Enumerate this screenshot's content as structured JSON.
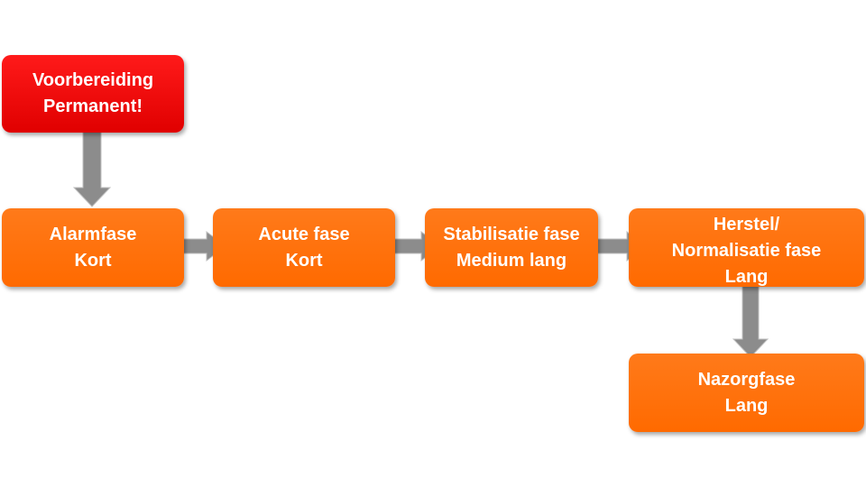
{
  "colors": {
    "prep": "#ff0000",
    "phase": "#ff6a00",
    "arrow": "#8c8c8c",
    "text": "#ffffff"
  },
  "nodes": {
    "prep": {
      "line1": "Voorbereiding",
      "line2": "Permanent!"
    },
    "alarm": {
      "line1": "Alarmfase",
      "line2": "Kort"
    },
    "acute": {
      "line1": "Acute fase",
      "line2": "Kort"
    },
    "stabilisation": {
      "line1": "Stabilisatie fase",
      "line2": "Medium lang"
    },
    "recovery": {
      "line1": "Herstel/",
      "line2": "Normalisatie fase",
      "line3": "Lang"
    },
    "aftercare": {
      "line1": "Nazorgfase",
      "line2": "Lang"
    }
  },
  "edges": [
    {
      "from": "prep",
      "to": "alarm"
    },
    {
      "from": "alarm",
      "to": "acute"
    },
    {
      "from": "acute",
      "to": "stabilisation"
    },
    {
      "from": "stabilisation",
      "to": "recovery"
    },
    {
      "from": "recovery",
      "to": "aftercare"
    }
  ]
}
